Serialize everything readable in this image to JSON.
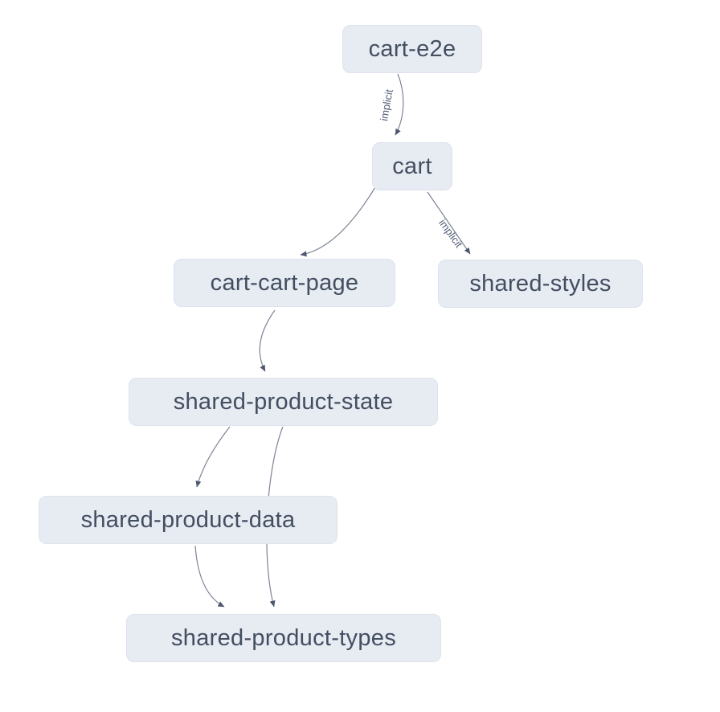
{
  "diagram": {
    "type": "dependency-graph",
    "nodes": [
      {
        "id": "cart-e2e",
        "label": "cart-e2e"
      },
      {
        "id": "cart",
        "label": "cart"
      },
      {
        "id": "cart-cart-page",
        "label": "cart-cart-page"
      },
      {
        "id": "shared-styles",
        "label": "shared-styles"
      },
      {
        "id": "shared-product-state",
        "label": "shared-product-state"
      },
      {
        "id": "shared-product-data",
        "label": "shared-product-data"
      },
      {
        "id": "shared-product-types",
        "label": "shared-product-types"
      }
    ],
    "edges": [
      {
        "from": "cart-e2e",
        "to": "cart",
        "label": "implicit"
      },
      {
        "from": "cart",
        "to": "cart-cart-page",
        "label": ""
      },
      {
        "from": "cart",
        "to": "shared-styles",
        "label": "implicit"
      },
      {
        "from": "cart-cart-page",
        "to": "shared-product-state",
        "label": ""
      },
      {
        "from": "shared-product-state",
        "to": "shared-product-data",
        "label": ""
      },
      {
        "from": "shared-product-state",
        "to": "shared-product-types",
        "label": ""
      },
      {
        "from": "shared-product-data",
        "to": "shared-product-types",
        "label": ""
      }
    ],
    "colors": {
      "background": "#ffffff",
      "node_fill": "#e7ebf2",
      "node_border": "#dde2ec",
      "node_text": "#434e61",
      "edge_stroke": "#7c8494",
      "arrowhead": "#4d586f",
      "edge_label_text": "#525d73"
    }
  }
}
